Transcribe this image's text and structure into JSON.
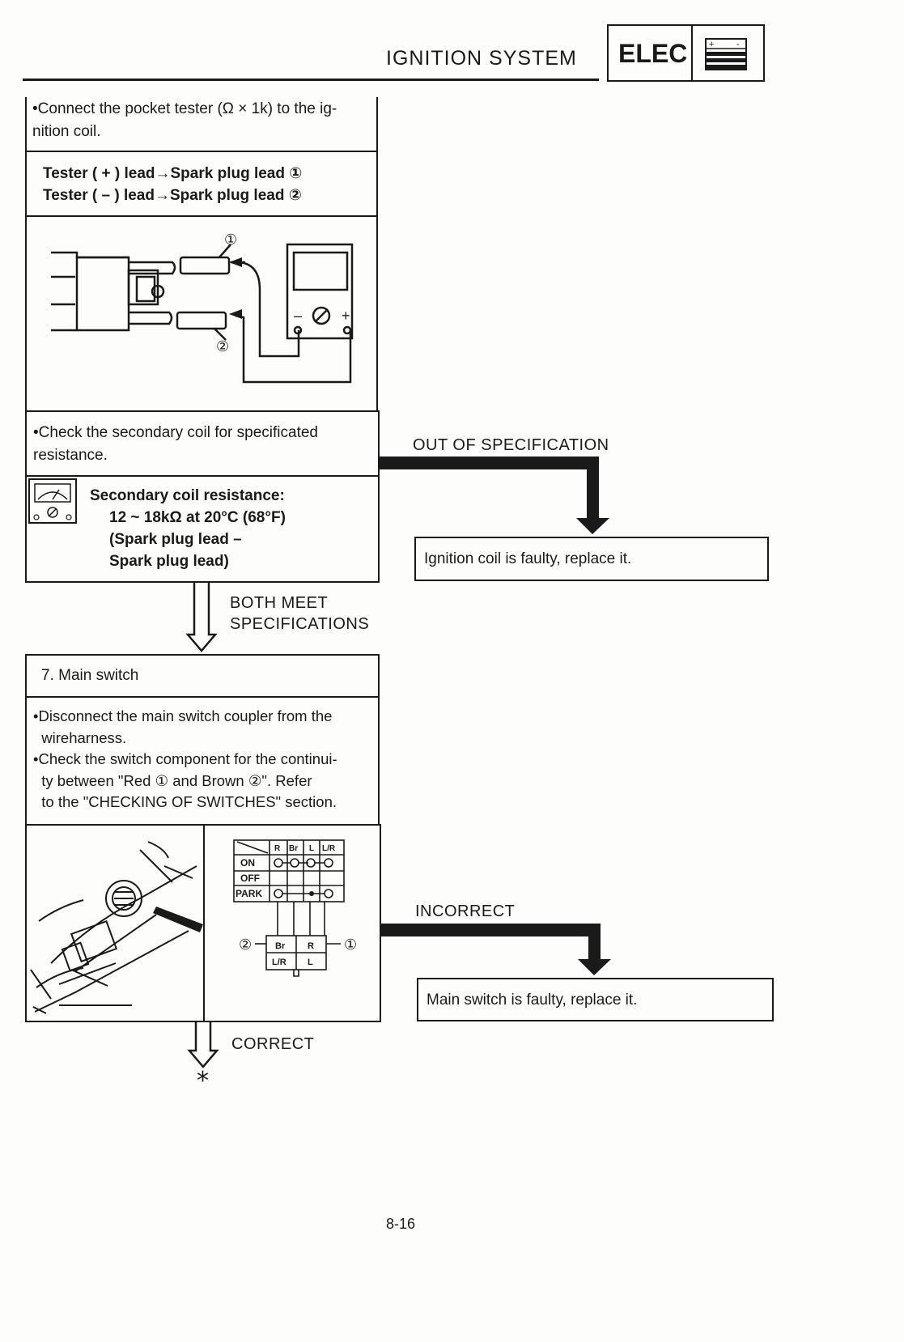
{
  "header": {
    "title": "IGNITION SYSTEM",
    "badge": "ELEC",
    "badge_icon": "battery-icon"
  },
  "step_coil": {
    "instruction": "•Connect the pocket tester (Ω × 1k) to the ig-\nnition coil.",
    "tester_plus": "Tester ( + ) lead→Spark plug lead ①",
    "tester_minus": "Tester ( – ) lead→Spark plug lead ②",
    "figure_callout_1": "①",
    "figure_callout_2": "②",
    "meter_minus": "–",
    "meter_plus": "+",
    "check": "•Check the secondary coil for specificated\nresistance.",
    "spec_title": "Secondary coil resistance:",
    "spec_value": "12 ~ 18kΩ at 20°C (68°F)",
    "spec_note_1": "(Spark plug lead –",
    "spec_note_2": "Spark plug lead)"
  },
  "branch_out_of_spec": {
    "label": "OUT OF SPECIFICATION",
    "result": "Ignition coil is faulty, replace it."
  },
  "branch_both_meet": {
    "label_1": "BOTH MEET",
    "label_2": "SPECIFICATIONS"
  },
  "step_main_switch": {
    "title": "7. Main switch",
    "instruction": "•Disconnect the main switch coupler from the\n  wireharness.\n•Check the switch component for the continui-\n  ty between \"Red ① and Brown ②\". Refer\n  to the \"CHECKING OF SWITCHES\" section.",
    "table_headers": [
      "R",
      "Br",
      "L",
      "L/R"
    ],
    "table_rows": [
      "ON",
      "OFF",
      "PARK"
    ],
    "coupler_top": [
      "Br",
      "R"
    ],
    "coupler_bottom": [
      "L/R",
      "L"
    ],
    "callout_1": "①",
    "callout_2": "②"
  },
  "branch_incorrect": {
    "label": "INCORRECT",
    "result": "Main switch is faulty, replace it."
  },
  "branch_correct": {
    "label": "CORRECT",
    "continue_mark": "*"
  },
  "footer": {
    "page_number": "8-16"
  }
}
